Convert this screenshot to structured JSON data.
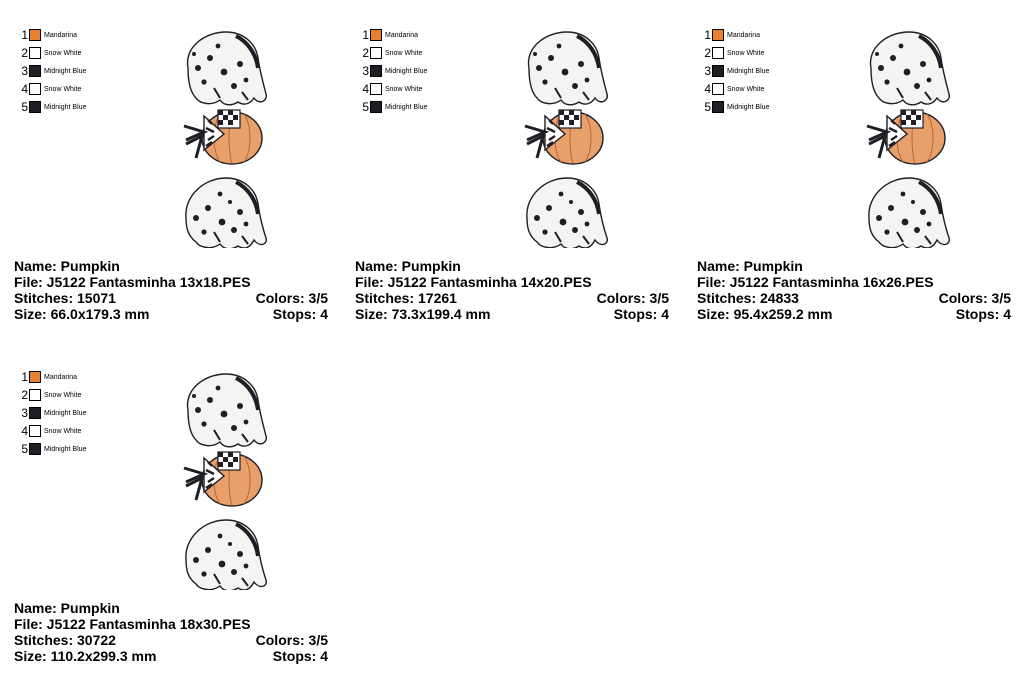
{
  "colors": {
    "mandarina": "#E8822E",
    "snow_white": "#FFFFFF",
    "midnight_blue": "#1E1E24",
    "pumpkin_fill": "#E8A06A"
  },
  "palette": [
    {
      "num": "1",
      "name": "Mandarina",
      "color": "#E8822E"
    },
    {
      "num": "2",
      "name": "Snow White",
      "color": "#FFFFFF"
    },
    {
      "num": "3",
      "name": "Midnight Blue",
      "color": "#1E1E24"
    },
    {
      "num": "4",
      "name": "Snow White",
      "color": "#FFFFFF"
    },
    {
      "num": "5",
      "name": "Midnight Blue",
      "color": "#1E1E24"
    }
  ],
  "cards": [
    {
      "name_line": "Name: Pumpkin",
      "file_line": "File: J5122 Fantasminha 13x18.PES",
      "stitches": "Stitches: 15071",
      "colors": "Colors: 3/5",
      "size": "Size: 66.0x179.3 mm",
      "stops": "Stops: 4"
    },
    {
      "name_line": "Name: Pumpkin",
      "file_line": "File: J5122 Fantasminha 14x20.PES",
      "stitches": "Stitches: 17261",
      "colors": "Colors: 3/5",
      "size": "Size: 73.3x199.4 mm",
      "stops": "Stops: 4"
    },
    {
      "name_line": "Name: Pumpkin",
      "file_line": "File: J5122 Fantasminha 16x26.PES",
      "stitches": "Stitches: 24833",
      "colors": "Colors: 3/5",
      "size": "Size: 95.4x259.2 mm",
      "stops": "Stops: 4"
    },
    {
      "name_line": "Name: Pumpkin",
      "file_line": "File: J5122 Fantasminha 18x30.PES",
      "stitches": "Stitches: 30722",
      "colors": "Colors: 3/5",
      "size": "Size: 110.2x299.3 mm",
      "stops": "Stops: 4"
    }
  ]
}
